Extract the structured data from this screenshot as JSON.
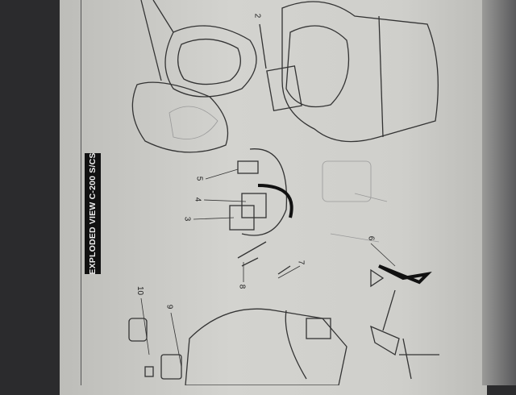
{
  "title": "EXPLODED VIEW C-200 S/CS",
  "callouts": [
    "2",
    "3",
    "4",
    "5",
    "6",
    "7",
    "8",
    "9",
    "10"
  ]
}
